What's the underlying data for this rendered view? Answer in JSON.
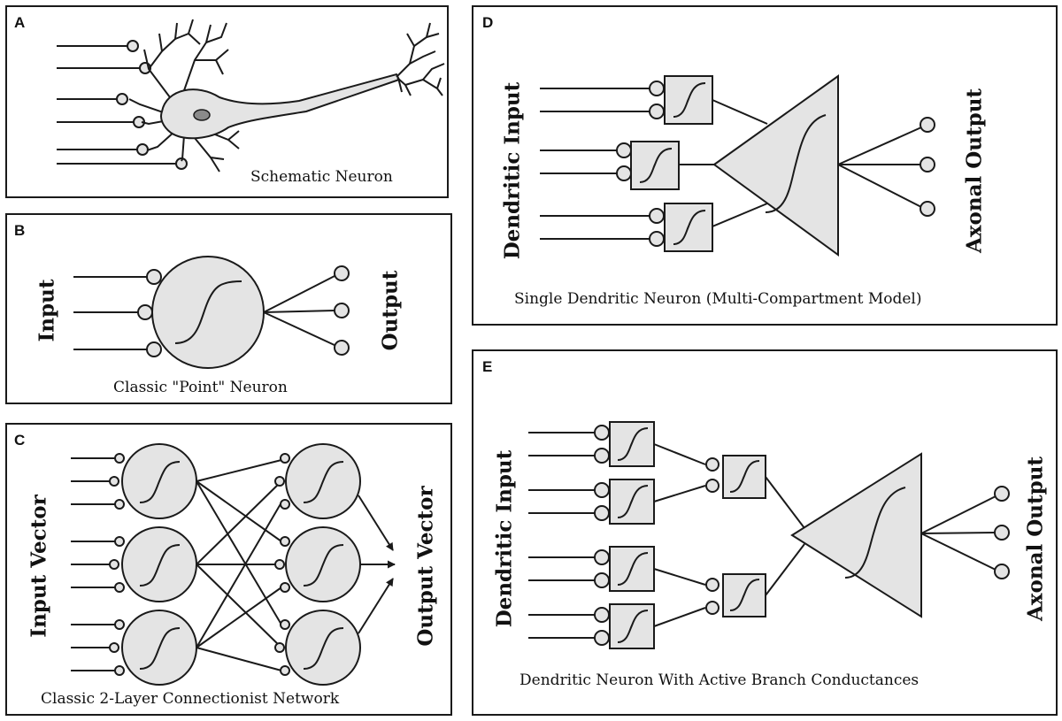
{
  "panels": {
    "a": {
      "letter": "A",
      "caption": "Schematic Neuron"
    },
    "b": {
      "letter": "B",
      "caption": "Classic \"Point\" Neuron",
      "input_label": "Input",
      "output_label": "Output"
    },
    "c": {
      "letter": "C",
      "caption": "Classic 2-Layer Connectionist Network",
      "input_label": "Input Vector",
      "output_label": "Output Vector"
    },
    "d": {
      "letter": "D",
      "caption": "Single Dendritic Neuron (Multi-Compartment Model)",
      "input_label": "Dendritic Input",
      "output_label": "Axonal Output"
    },
    "e": {
      "letter": "E",
      "caption": "Dendritic Neuron With Active Branch Conductances",
      "input_label": "Dendritic Input",
      "output_label": "Axonal Output"
    }
  },
  "colors": {
    "stroke": "#1a1a1a",
    "fill": "#e4e4e4",
    "nucleus": "#8a8a8a",
    "background": "#ffffff"
  }
}
